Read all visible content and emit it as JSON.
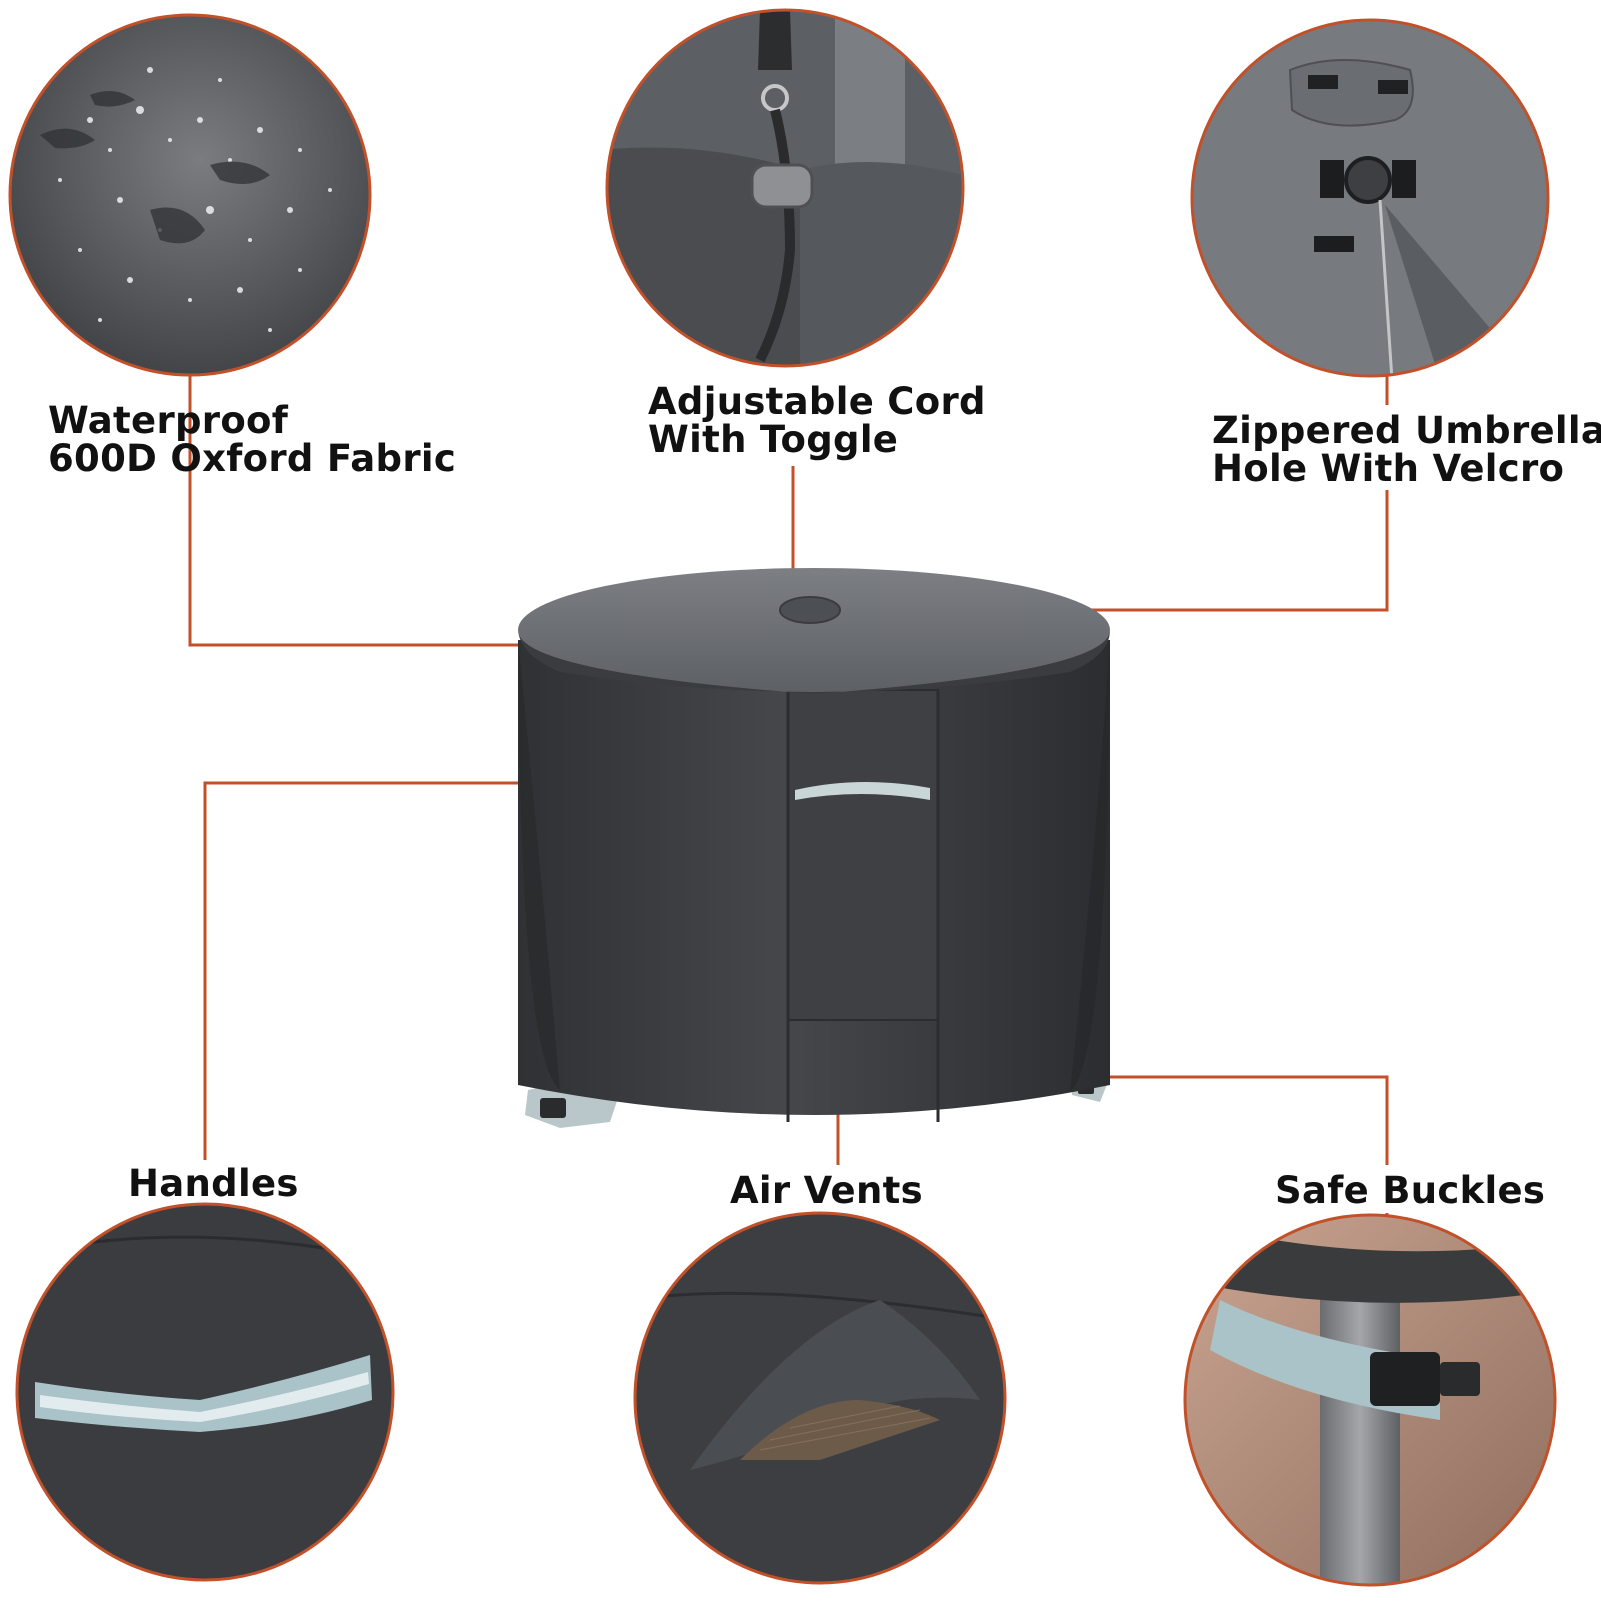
{
  "colors": {
    "accent": "#c2512a",
    "cover": "#3b3d40",
    "cover_top": "#6b6e72",
    "reflective_band": "#9fb8bd"
  },
  "features": [
    {
      "icon": "water-droplets-icon",
      "lines": [
        "Waterproof",
        "600D Oxford Fabric"
      ]
    },
    {
      "icon": "cord-toggle-icon",
      "lines": [
        "Adjustable Cord",
        "With Toggle"
      ]
    },
    {
      "icon": "zipper-hole-icon",
      "lines": [
        "Zippered Umbrella",
        "Hole With Velcro"
      ]
    },
    {
      "icon": "handle-strap-icon",
      "lines": [
        "Handles"
      ]
    },
    {
      "icon": "air-vent-icon",
      "lines": [
        "Air Vents"
      ]
    },
    {
      "icon": "buckle-icon",
      "lines": [
        "Safe Buckles"
      ]
    }
  ]
}
